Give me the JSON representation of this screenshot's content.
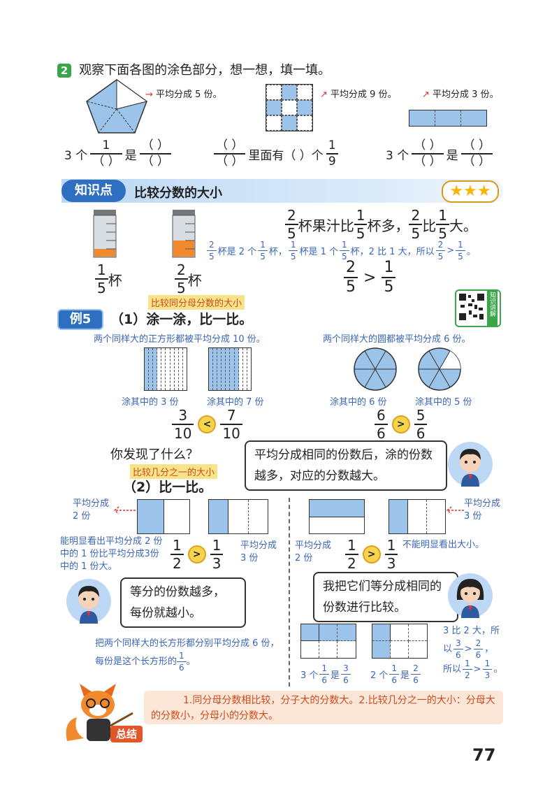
{
  "ex2": {
    "num": "2",
    "title": "观察下面各图的涂色部分，想一想，填一填。",
    "note1": "平均分成 5 份。",
    "note2": "平均分成 9 份。",
    "note3": "平均分成 3 份。",
    "f1_pre": "3 个",
    "f1_num": "1",
    "f1_den": "（ ）",
    "f1_mid": "是",
    "f1_ans_num": "（ ）",
    "f1_ans_den": "（ ）",
    "f2_num": "（ ）",
    "f2_den": "（ ）",
    "f2_mid": "里面有（ ）个",
    "f2_u_num": "1",
    "f2_u_den": "9",
    "f3_pre": "3 个",
    "f3_num": "（ ）",
    "f3_den": "（ ）",
    "f3_mid": "是",
    "f3_ans_num": "（ ）",
    "f3_ans_den": "（ ）"
  },
  "knowledge": {
    "tag": "知识点",
    "title": "比较分数的大小",
    "stars": "★★★",
    "cup1_num": "1",
    "cup1_den": "5",
    "cup1_unit": "杯",
    "cup2_num": "2",
    "cup2_den": "5",
    "cup2_unit": "杯",
    "s1a": "2",
    "s1b": "5",
    "s1c": "杯果汁比",
    "s1d": "1",
    "s1e": "5",
    "s1f": "杯多，",
    "s1g": "2",
    "s1h": "5",
    "s1i": "比",
    "s1j": "1",
    "s1k": "5",
    "s1l": "大。",
    "exp_a": "杯是 2 个",
    "exp_b": "杯，",
    "exp_c": "杯是 1 个",
    "exp_d": "杯，2 比 1 大，所以",
    "cmp_l_num": "2",
    "cmp_l_den": "5",
    "cmp_sign": ">",
    "cmp_r_num": "1",
    "cmp_r_den": "5"
  },
  "example5": {
    "tag": "例5",
    "hint": "比较同分母分数的大小",
    "part1": "（1）涂一涂，比一比。",
    "qr_text": "知识讲解",
    "sq_note": "两个同样大的正方形都被平均分成 10 份。",
    "circ_note": "两个同样大的圆都被平均分成 6 份。",
    "sq1_cap": "涂其中的 3 份",
    "sq2_cap": "涂其中的 7 份",
    "c1_cap": "涂其中的 6 份",
    "c2_cap": "涂其中的 5 份",
    "fa_num": "3",
    "fa_den": "10",
    "fa_sign": "<",
    "fb_num": "7",
    "fb_den": "10",
    "fc_num": "6",
    "fc_den": "6",
    "fc_sign": ">",
    "fd_num": "5",
    "fd_den": "6",
    "discover": "你发现了什么？",
    "bubble1": "平均分成相同的份数后，涂的份数越多，对应的分数越大。",
    "hint2": "比较几分之一的大小",
    "part2": "（2）比一比。",
    "l_note1": "平均分成 2 份",
    "r_note1": "平均分成 3 份",
    "l_explain": "能明显看出平均分成 2 份中的 1 份比平均分成3份中的 1 份大。",
    "l_fa_num": "1",
    "l_fa_den": "2",
    "l_sign": ">",
    "l_fb_num": "1",
    "l_fb_den": "3",
    "r_note2": "平均分成 2 份",
    "r_fa_num": "1",
    "r_fa_den": "2",
    "r_sign": ">",
    "r_fb_num": "1",
    "r_fb_den": "3",
    "r_cant": "不能明显看出大小。",
    "r_note3": "平均分成 3 份",
    "bubble_boy": "等分的份数越多，每份就越小。",
    "bubble_girl": "我把它们等分成相同的份数进行比较。",
    "rect_note": "把两个同样大的长方形都分别平均分成 6 份，每份是这个长方形的",
    "rect_note_num": "1",
    "rect_note_den": "6",
    "g1_pre": "3 个",
    "g1_num": "1",
    "g1_den": "6",
    "g1_mid": "是",
    "g1_ans_num": "3",
    "g1_ans_den": "6",
    "g2_pre": "2 个",
    "g2_num": "1",
    "g2_den": "6",
    "g2_mid": "是",
    "g2_ans_num": "2",
    "g2_ans_den": "6",
    "side_a": "3 比 2 大，所",
    "side_b": "以",
    "side_c": "，",
    "side_d": "所以"
  },
  "summary": {
    "tag": "总结",
    "text": "1.同分母分数相比较，分子大的分数大。2.比较几分之一的大小：分母大的分数小，分母小的分数大。"
  },
  "page_number": "77"
}
